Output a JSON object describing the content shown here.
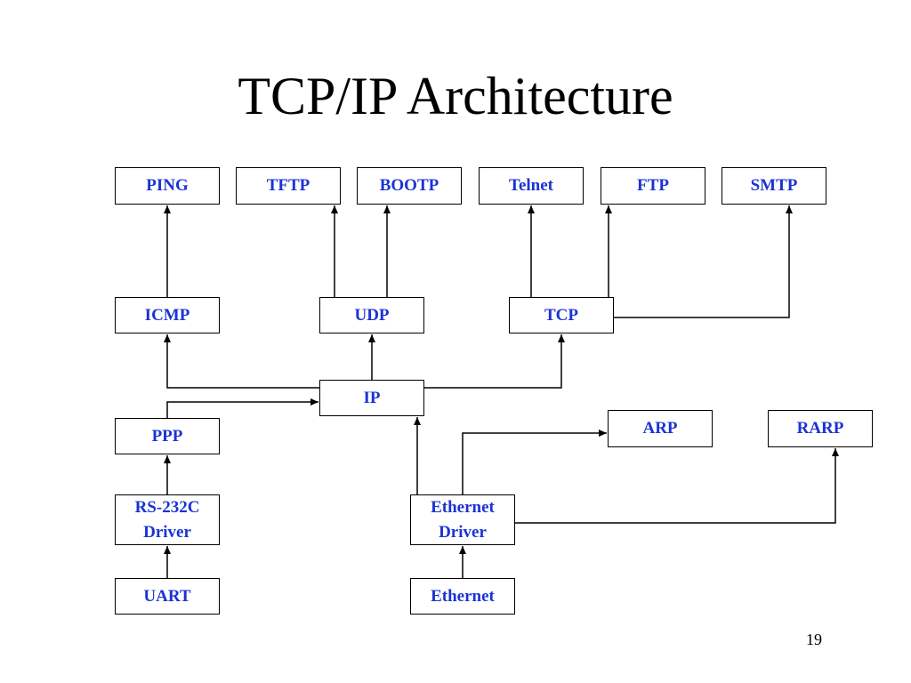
{
  "title": "TCP/IP Architecture",
  "page_number": "19",
  "colors": {
    "node_text": "#1b33d4",
    "line": "#000000",
    "title": "#000000"
  },
  "nodes": {
    "ping": "PING",
    "tftp": "TFTP",
    "bootp": "BOOTP",
    "telnet": "Telnet",
    "ftp": "FTP",
    "smtp": "SMTP",
    "icmp": "ICMP",
    "udp": "UDP",
    "tcp": "TCP",
    "ip": "IP",
    "ppp": "PPP",
    "arp": "ARP",
    "rarp": "RARP",
    "rs232c": [
      "RS-232C",
      "Driver"
    ],
    "ethernet_driver": [
      "Ethernet",
      "Driver"
    ],
    "uart": "UART",
    "ethernet": "Ethernet"
  },
  "edges": [
    {
      "from": "icmp",
      "to": "ping"
    },
    {
      "from": "udp",
      "to": "tftp"
    },
    {
      "from": "udp",
      "to": "bootp"
    },
    {
      "from": "tcp",
      "to": "telnet"
    },
    {
      "from": "tcp",
      "to": "ftp"
    },
    {
      "from": "tcp",
      "to": "smtp"
    },
    {
      "from": "ip",
      "to": "icmp"
    },
    {
      "from": "ip",
      "to": "udp"
    },
    {
      "from": "ip",
      "to": "tcp"
    },
    {
      "from": "ppp",
      "to": "ip"
    },
    {
      "from": "rs232c",
      "to": "ppp"
    },
    {
      "from": "uart",
      "to": "rs232c"
    },
    {
      "from": "ethernet_driver",
      "to": "ip"
    },
    {
      "from": "ethernet_driver",
      "to": "arp"
    },
    {
      "from": "ethernet_driver",
      "to": "rarp"
    },
    {
      "from": "ethernet",
      "to": "ethernet_driver"
    }
  ]
}
